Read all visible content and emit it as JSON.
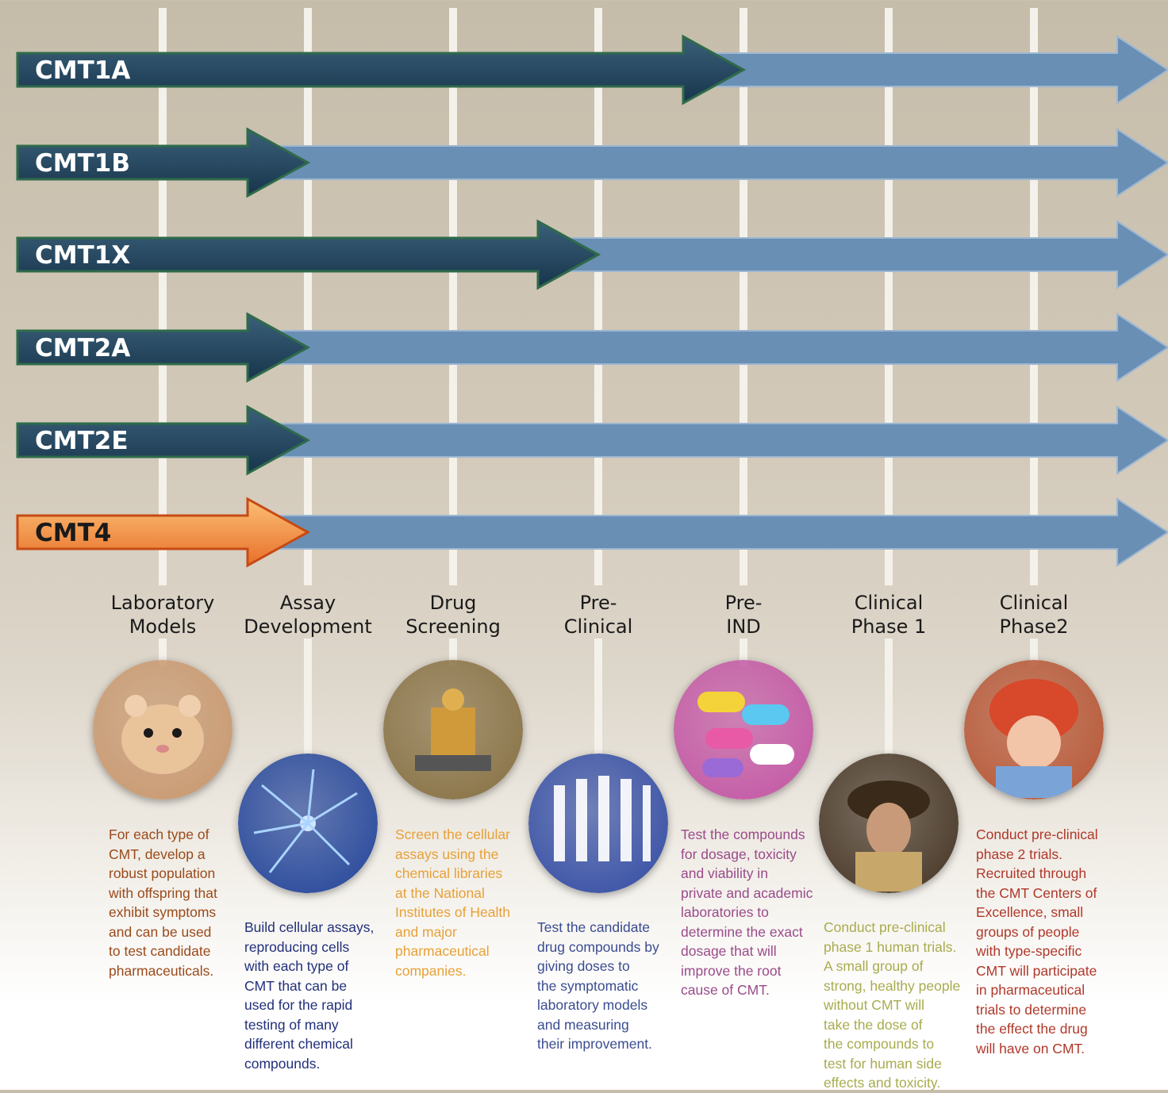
{
  "colors": {
    "track": "#6a8fb5",
    "track_stroke": "#9db7d1",
    "progress_start": "#3b6079",
    "progress_end": "#17354c",
    "progress_outline": "#2f6b4a",
    "highlight_start": "#fbbf76",
    "highlight_end": "#e8702a",
    "highlight_outline": "#c74a14",
    "vertical_line": "#f4f1ea"
  },
  "tracks": [
    {
      "name": "CMT1A",
      "completed_phase": 5,
      "highlight": false
    },
    {
      "name": "CMT1B",
      "completed_phase": 2,
      "highlight": false
    },
    {
      "name": "CMT1X",
      "completed_phase": 4,
      "highlight": false
    },
    {
      "name": "CMT2A",
      "completed_phase": 2,
      "highlight": false
    },
    {
      "name": "CMT2E",
      "completed_phase": 2,
      "highlight": false
    },
    {
      "name": "CMT4",
      "completed_phase": 2,
      "highlight": true
    }
  ],
  "phases": [
    {
      "label": "Laboratory\nModels",
      "icon": "hamster-icon",
      "image_color": "#c99a72",
      "description": "For each type of\nCMT, develop a\nrobust population\nwith offspring that\nexhibit symptoms\nand can be used\nto test candidate\npharmaceuticals.",
      "description_color": "#9a4a1a"
    },
    {
      "label": "Assay\nDevelopment",
      "icon": "neuron-icon",
      "image_color": "#2a4a9c",
      "description": "Build cellular assays,\nreproducing cells\nwith each type of\nCMT that can be\nused for the rapid\ntesting of many\ndifferent chemical\ncompounds.",
      "description_color": "#22307a"
    },
    {
      "label": "Drug\nScreening",
      "icon": "lab-robot-icon",
      "image_color": "#8a7448",
      "description": "Screen the cellular\nassays using the\nchemical libraries\nat the National\nInstitutes of Health\nand major\npharmaceutical\ncompanies.",
      "description_color": "#e8a036"
    },
    {
      "label": "Pre-\nClinical",
      "icon": "syringe-icon",
      "image_color": "#3a52a6",
      "description": "Test the candidate\ndrug compounds by\ngiving doses to\nthe symptomatic\nlaboratory models\nand measuring\ntheir improvement.",
      "description_color": "#3a4c90"
    },
    {
      "label": "Pre-\nIND",
      "icon": "pills-icon",
      "image_color": "#c45aa6",
      "description": "Test the compounds\nfor dosage, toxicity\nand viability in\nprivate and academic\nlaboratories to\ndetermine the exact\ndosage that will\nimprove the root\ncause of CMT.",
      "description_color": "#9a4a8a"
    },
    {
      "label": "Clinical\nPhase 1",
      "icon": "firefighter-icon",
      "image_color": "#4a3a2a",
      "description": "Conduct pre-clinical\nphase 1 human trials.\nA small group of\nstrong, healthy people\nwithout CMT will\ntake the dose of\nthe compounds to\ntest for human side\neffects and toxicity.",
      "description_color": "#a8ac4e"
    },
    {
      "label": "Clinical\nPhase2",
      "icon": "child-helmet-icon",
      "image_color": "#b85a3a",
      "description": "Conduct pre-clinical\nphase 2 trials.\nRecruited through\nthe CMT Centers of\nExcellence, small\ngroups of people\nwith type-specific\nCMT will participate\nin pharmaceutical\ntrials to determine\nthe effect the drug\nwill have on CMT.",
      "description_color": "#b0382a"
    }
  ]
}
